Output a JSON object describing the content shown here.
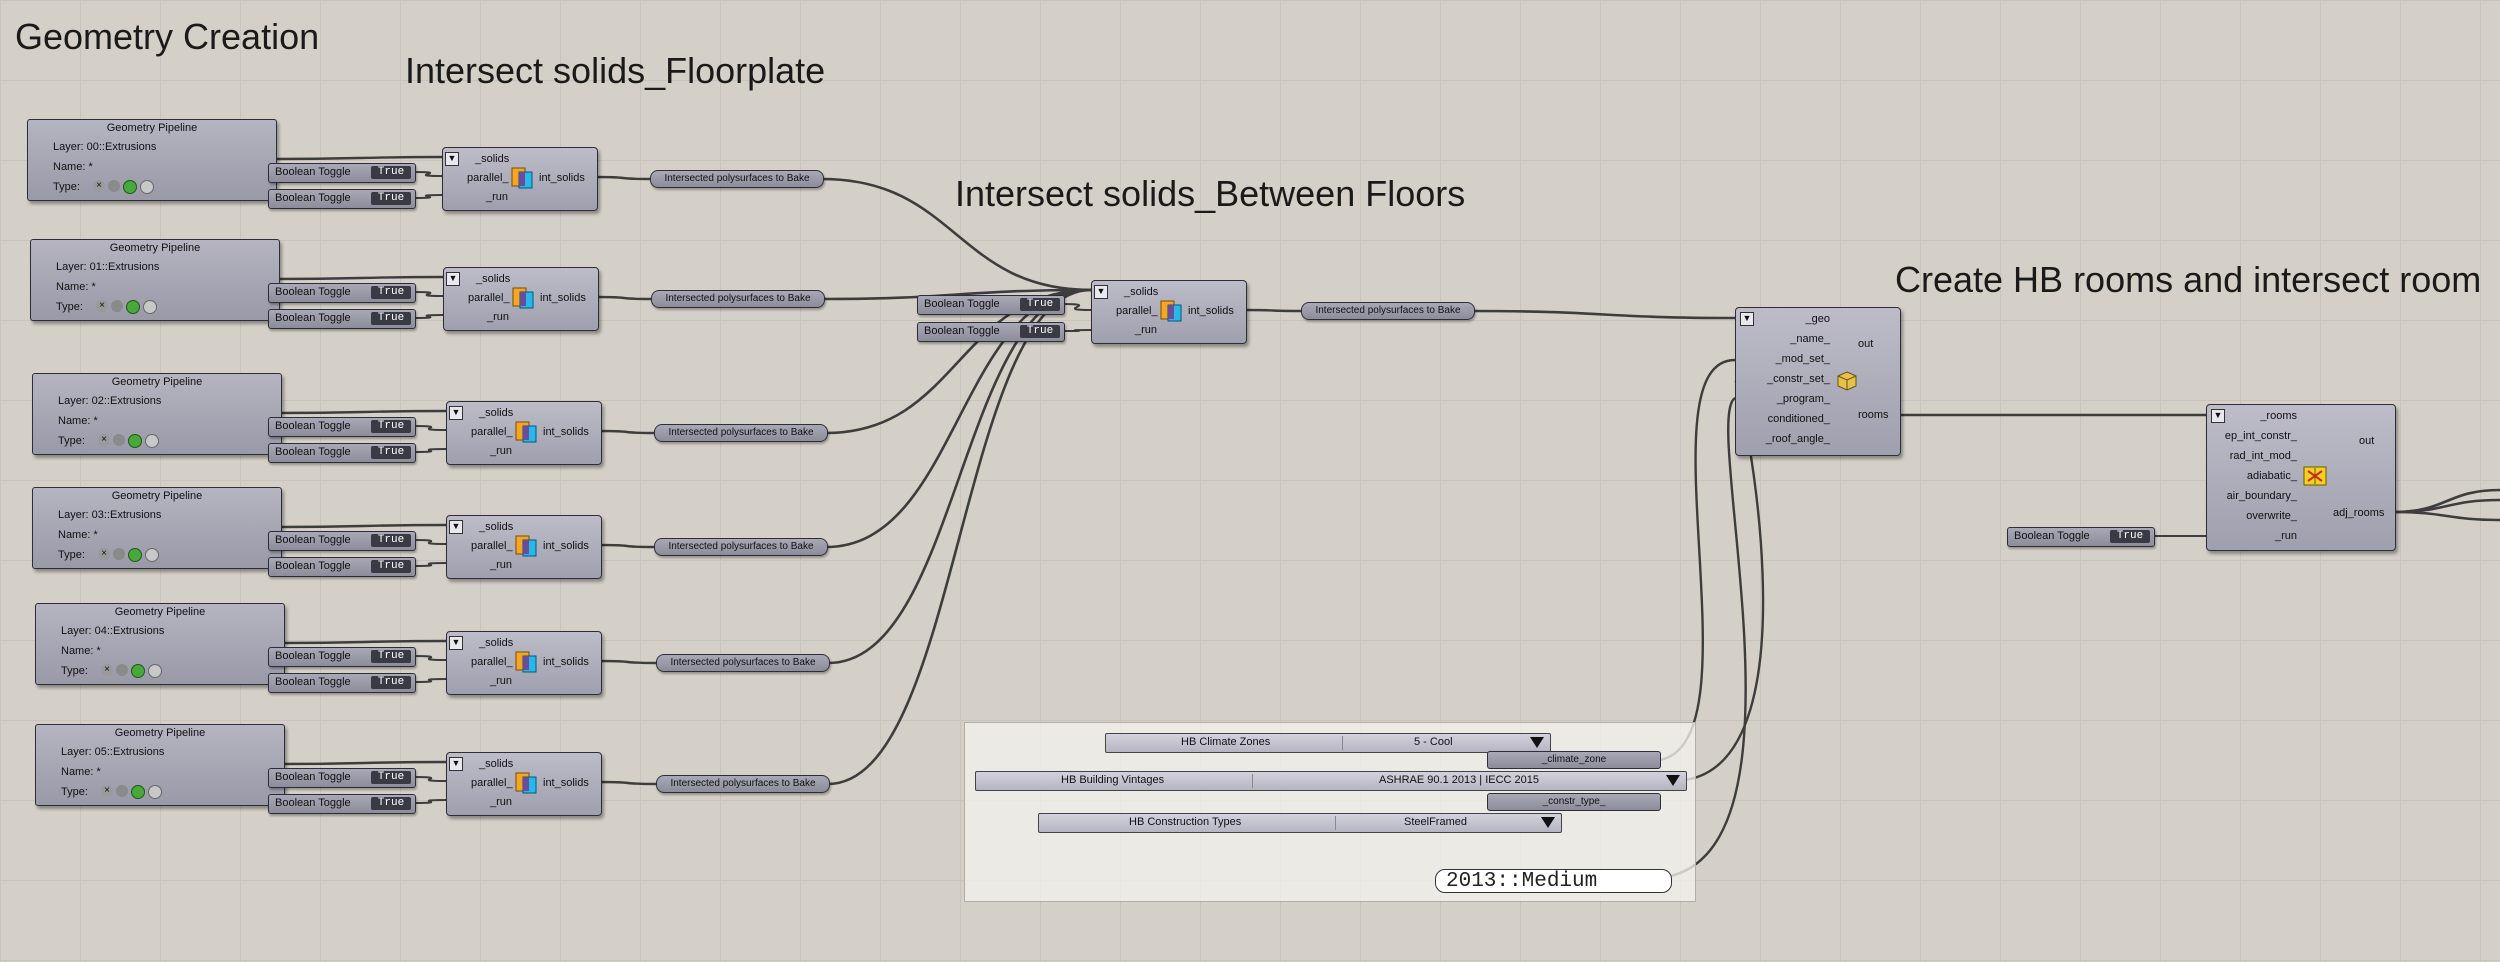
{
  "titles": {
    "geometry_creation": "Geometry Creation",
    "floorplate": "Intersect solids_Floorplate",
    "between_floors": "Intersect solids_Between Floors",
    "hb_rooms": "Create HB rooms and intersect room"
  },
  "pipelines": [
    {
      "title": "Geometry Pipeline",
      "layer": "Layer:  00::Extrusions",
      "name": "Name:  *",
      "type": "Type:"
    },
    {
      "title": "Geometry Pipeline",
      "layer": "Layer:  01::Extrusions",
      "name": "Name:  *",
      "type": "Type:"
    },
    {
      "title": "Geometry Pipeline",
      "layer": "Layer:  02::Extrusions",
      "name": "Name:  *",
      "type": "Type:"
    },
    {
      "title": "Geometry Pipeline",
      "layer": "Layer:  03::Extrusions",
      "name": "Name:  *",
      "type": "Type:"
    },
    {
      "title": "Geometry Pipeline",
      "layer": "Layer:  04::Extrusions",
      "name": "Name:  *",
      "type": "Type:"
    },
    {
      "title": "Geometry Pipeline",
      "layer": "Layer:  05::Extrusions",
      "name": "Name:  *",
      "type": "Type:"
    }
  ],
  "toggle": {
    "label": "Boolean Toggle",
    "value": "True"
  },
  "int_solids": {
    "in_solids": "_solids",
    "in_parallel": "parallel_",
    "in_run": "_run",
    "out": "int_solids"
  },
  "bake_label": "Intersected polysurfaces to Bake",
  "room_comp": {
    "inputs": [
      "_geo",
      "_name_",
      "_mod_set_",
      "_constr_set_",
      "_program_",
      "conditioned_",
      "_roof_angle_"
    ],
    "out_top": "out",
    "out_rooms": "rooms"
  },
  "adj_comp": {
    "inputs": [
      "_rooms",
      "ep_int_constr_",
      "rad_int_mod_",
      "adiabatic_",
      "air_boundary_",
      "overwrite_",
      "_run"
    ],
    "out_top": "out",
    "out_adj": "adj_rooms"
  },
  "dropdowns": {
    "climate": {
      "label": "HB Climate Zones",
      "value": "5 - Cool",
      "param": "_climate_zone"
    },
    "vintage": {
      "label": "HB Building Vintages",
      "value": "ASHRAE 90.1 2013  |  IECC 2015"
    },
    "construction": {
      "label": "HB Construction Types",
      "value": "SteelFramed",
      "param": "_constr_type_"
    }
  },
  "panel_text": "2013::Medium",
  "colors": {
    "canvas": "#d4d0c8",
    "node": "#9a99a8",
    "wire": "#3d3d3d"
  }
}
